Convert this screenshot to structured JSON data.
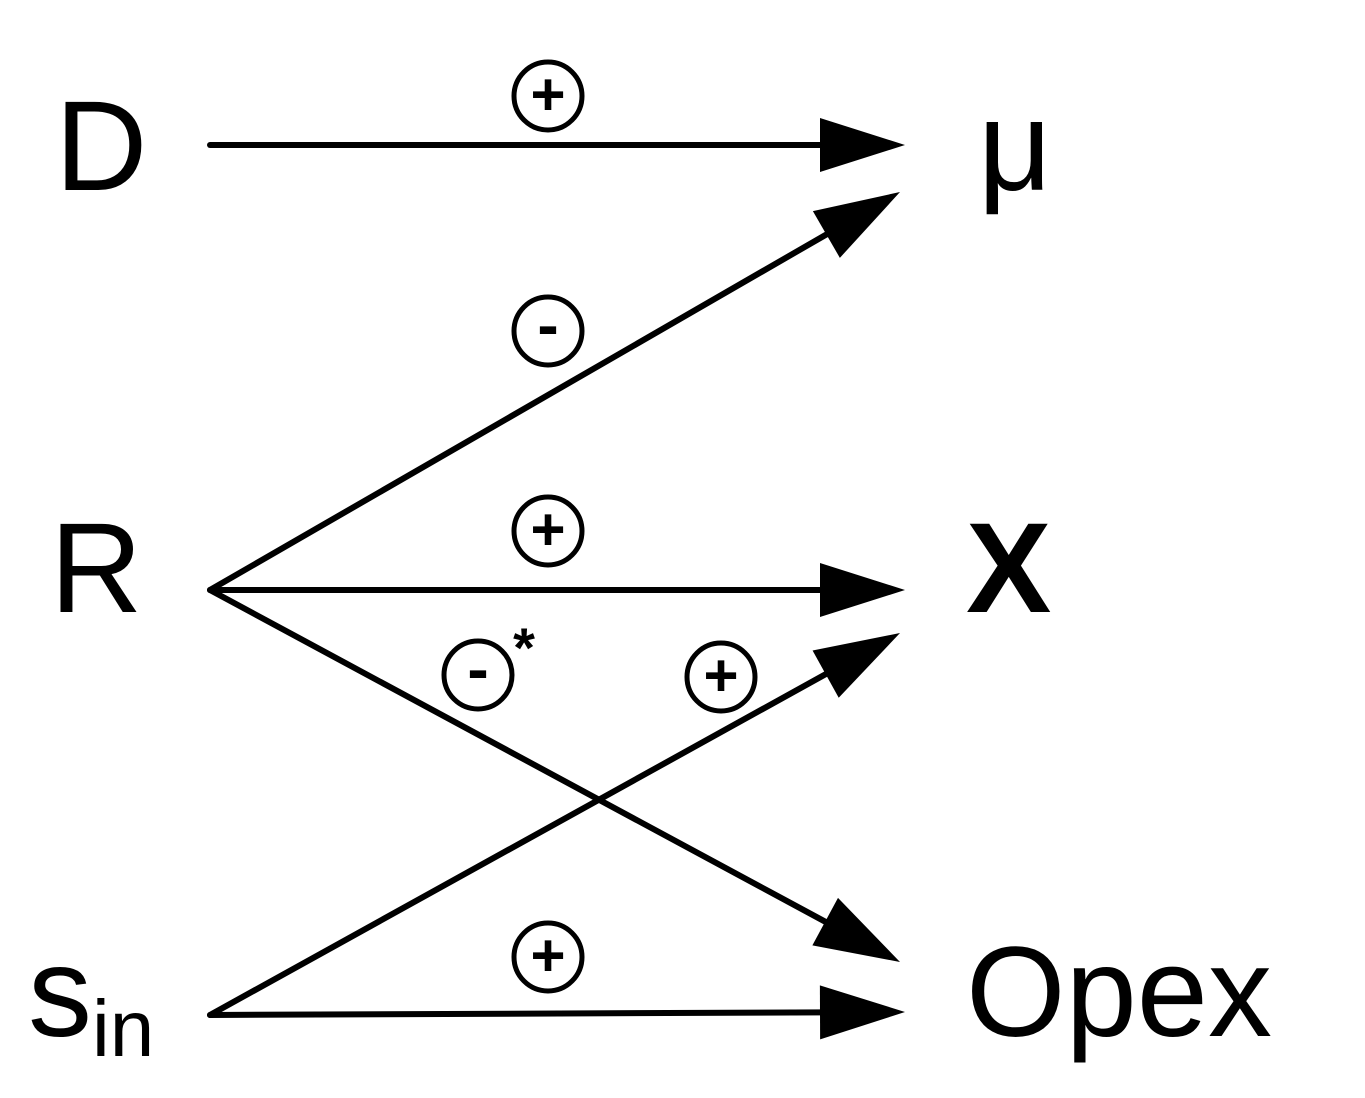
{
  "nodes": {
    "D": "D",
    "R": "R",
    "s_main": "s",
    "s_sub": "in",
    "mu": "μ",
    "X": "X",
    "Opex": "Opex"
  },
  "edges": [
    {
      "from": "D",
      "to": "μ",
      "sign": "+",
      "mark": ""
    },
    {
      "from": "R",
      "to": "μ",
      "sign": "-",
      "mark": ""
    },
    {
      "from": "R",
      "to": "X",
      "sign": "+",
      "mark": ""
    },
    {
      "from": "R",
      "to": "Opex",
      "sign": "-",
      "mark": "*"
    },
    {
      "from": "s_in",
      "to": "X",
      "sign": "+",
      "mark": ""
    },
    {
      "from": "s_in",
      "to": "Opex",
      "sign": "+",
      "mark": ""
    }
  ],
  "colors": {
    "ink": "#000000",
    "background": "#ffffff"
  }
}
